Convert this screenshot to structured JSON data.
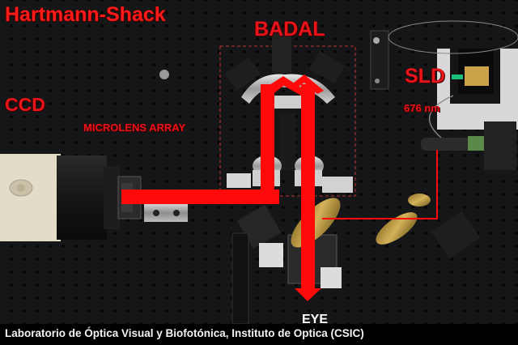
{
  "labels": {
    "title": "Hartmann-Shack",
    "badal": "BADAL",
    "ccd": "CCD",
    "sld": "SLD",
    "wavelength": "676 nm",
    "microlens": "MICROLENS ARRAY",
    "eye": "EYE"
  },
  "caption": {
    "text": "Laboratorio de Óptica Visual y Biofotónica, Instituto de Optica (CSIC)"
  },
  "colors": {
    "beam": "#ff0a0a",
    "label": "#e8141a",
    "optical_table": "#151617",
    "caption_text": "#f2f2f2"
  },
  "icons": {
    "beam_arrow": "arrow-down-icon"
  }
}
